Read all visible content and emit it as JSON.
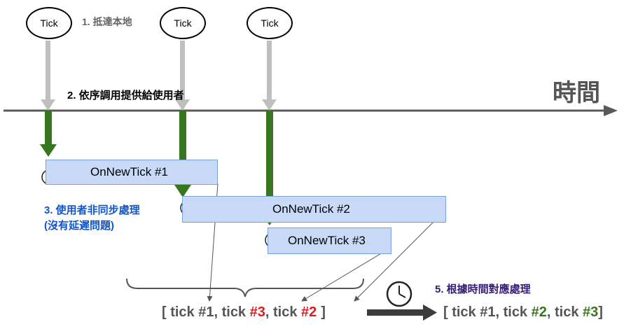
{
  "ticks": [
    {
      "label": "Tick"
    },
    {
      "label": "Tick"
    },
    {
      "label": "Tick"
    }
  ],
  "steps": {
    "arrive": "1. 抵達本地",
    "call": "2. 依序調用提供給使用者",
    "async_line1": "3. 使用者非同步處理",
    "async_line2": "(沒有延遲問題)",
    "sort": "5. 根據時間對應處理"
  },
  "timeline_label": "時間",
  "tasks": [
    {
      "label": "OnNewTick #1"
    },
    {
      "label": "OnNewTick #2"
    },
    {
      "label": "OnNewTick #3"
    }
  ],
  "received_sequence": {
    "open": "[ tick #1, tick ",
    "first_late": "#3",
    "sep": ", tick ",
    "second_late": "#2",
    "close": "]"
  },
  "sorted_sequence": {
    "open": "[ tick #1, tick ",
    "first": "#2",
    "sep": ", tick ",
    "second": "#3",
    "close": "]"
  },
  "colors": {
    "timeline": "#595959",
    "gray_arrow": "#bfbfbf",
    "green_arrow": "#38761d",
    "task_fill": "#c9daf8",
    "step3_text": "#1155cc",
    "step5_text": "#351c75",
    "highlight_red": "#e01b1b",
    "highlight_green": "#38761d"
  }
}
